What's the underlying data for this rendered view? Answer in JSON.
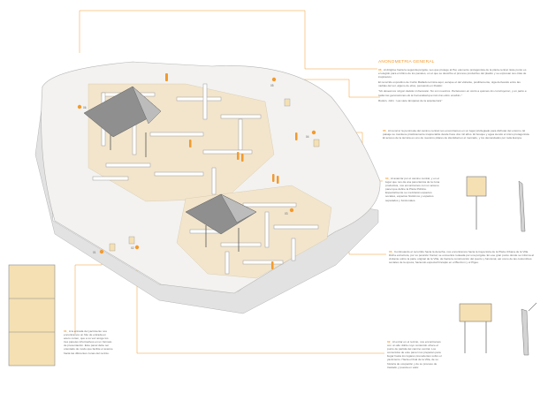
{
  "heading": "ANONOMETRIA GENERAL",
  "intro": {
    "number": "06_",
    "text": "Al dirigirse hacia la segunda pérgola, veo que protege al Pai, elemento protagonista de la plaza central. Este punto es el elegido para el último de los paneles, en el que se describe el proceso productivo del pladón y se expresan sus citas de inspiración.",
    "text2": "El recorrido expositivo de Curtió Mallado termina aquí, aunque el del visitante, posiblemente, siga derivando entre las nieblas del sol, alguno de ellos, pensando en Ruskin:",
    "quote": "\"No deseemos ningún deleite ni bienestar. No son nuestros. Pertenecen en cierto a quienes los construyeron, y en parte a todas las generaciones de la humanidad que irán tras ellos vendrán.\"",
    "source": "Ruskin, John : Las siete lámparas de la arquitectura\""
  },
  "notes": [
    {
      "number": "05_",
      "text": "Al recorrer la península del camino central nos encontramos en un lugar privilegiado para disfrutar del entorno. El paisaje se mantiene prácticamente inapreciable desde hace dos mil años. El bosque y agua siendo el único protagonista. El acceso de la técnica es uno de nuestros pilares de identidad en el mercado, y los demandados por toda Europa."
    },
    {
      "number": "04_",
      "text": "Al avanzar por el camino central, y en el lugar que nos da una panorámica de la zona productiva, nos encontramos con un acceso panel que define la Plaza Pública. Especialmente se mezclarán espacios sociales, espacios históricos y espacios separados y funcionales."
    },
    {
      "number": "03_",
      "text": "Continuando el recorrido hacia la derecha, nos encontramos hacia la trayectoria de la Plaza Urbana de la Villa. Dicha estructura, por su posición frontal, se encuentra rodeada por una pérgola. En ese gran punto donde se informa al visitante sobre la parte original de la Villa, de hacia la construcción del puerto y funcional, así como de las costumbres sociales de la época, haciendo especial hincapié en el Bierzum y el Pigeo."
    },
    {
      "number": "02_",
      "text": "Al entrar en el recinto, nos encontramos con un alto doble cuyo contenido ofrece el punto de partida del camino central. Los contenidos de este panel nos preparan para llegar hasta los lugares precedentes sobre el yacimiento. Hacia el final de la Villa, de su historia de ocupación y de su proceso de traslado y puesta en valor."
    },
    {
      "number": "01_",
      "text": "A la entrada del yacimiento nos encontramos un hito de entrada en acero corten, que a su vez acoge los tres paneles informativos en un formato de presentación. Este panel debe ser orientado de modo que facilite el avance hacia las diferentes zonas del recinto."
    }
  ],
  "markers": [
    "06",
    "05",
    "04",
    "03",
    "02",
    "01"
  ],
  "colors": {
    "accent": "#f29a2e",
    "platform": "#f1f0ee",
    "sand": "#f2e5cc",
    "wall": "#ffffff",
    "roof": "#8f8f8f",
    "panel": "#f5e0b3",
    "line": "#b0b0b0"
  }
}
